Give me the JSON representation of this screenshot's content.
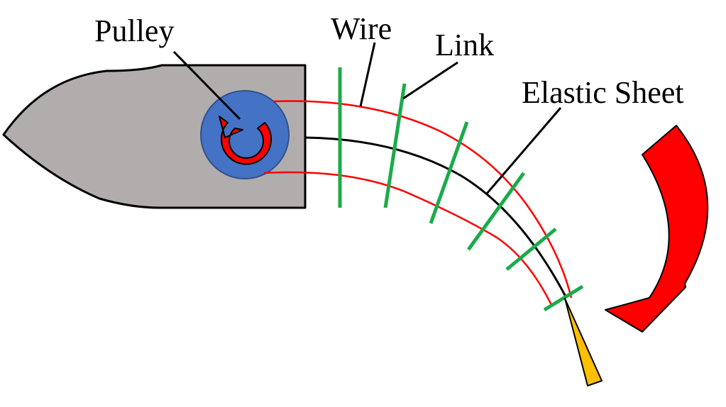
{
  "labels": {
    "pulley": "Pulley",
    "wire": "Wire",
    "link": "Link",
    "elastic_sheet": "Elastic Sheet"
  },
  "colors": {
    "housing": "#b2adad",
    "pulley": "#4472c4",
    "rotation_arrow": "#ff0000",
    "wire": "#ff0000",
    "link": "#1aab4a",
    "elastic_sheet": "#000000",
    "tip": "#ffc000",
    "bend_arrow": "#ff0000"
  },
  "components": {
    "link_count": 6
  },
  "icons": {
    "pulley_rotation": "clockwise-arrow-icon",
    "bend_direction": "curved-arrow-icon"
  }
}
